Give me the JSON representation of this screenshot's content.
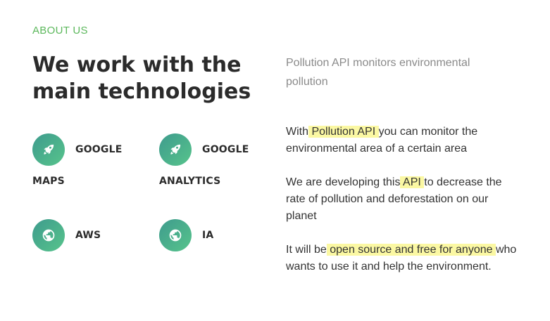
{
  "section": {
    "eyebrow": "ABOUT US",
    "heading": "We work with the main technologies"
  },
  "technologies": [
    {
      "label_line1": "GOOGLE",
      "label_line2": "MAPS",
      "icon": "rocket-icon"
    },
    {
      "label_line1": "GOOGLE",
      "label_line2": "ANALYTICS",
      "icon": "rocket-icon"
    },
    {
      "label_line1": "AWS",
      "label_line2": "",
      "icon": "globe-icon"
    },
    {
      "label_line1": "IA",
      "label_line2": "",
      "icon": "globe-icon"
    }
  ],
  "intro": "Pollution API monitors environmental pollution",
  "paragraphs": {
    "p1": {
      "before": "With",
      "highlight": " Pollution API ",
      "after": "you can monitor the environmental area of a certain area"
    },
    "p2": {
      "before": "We are developing this",
      "highlight": " API ",
      "after": "to decrease the rate of pollution and deforestation on our planet"
    },
    "p3": {
      "before": "It will be",
      "highlight": " open source and free for anyone ",
      "after": "who wants to use it and help the environment."
    }
  },
  "colors": {
    "accent_green": "#5cb85c",
    "icon_gradient_start": "#3e9b8d",
    "icon_gradient_end": "#57c48c",
    "highlight": "#fbf8a3"
  }
}
